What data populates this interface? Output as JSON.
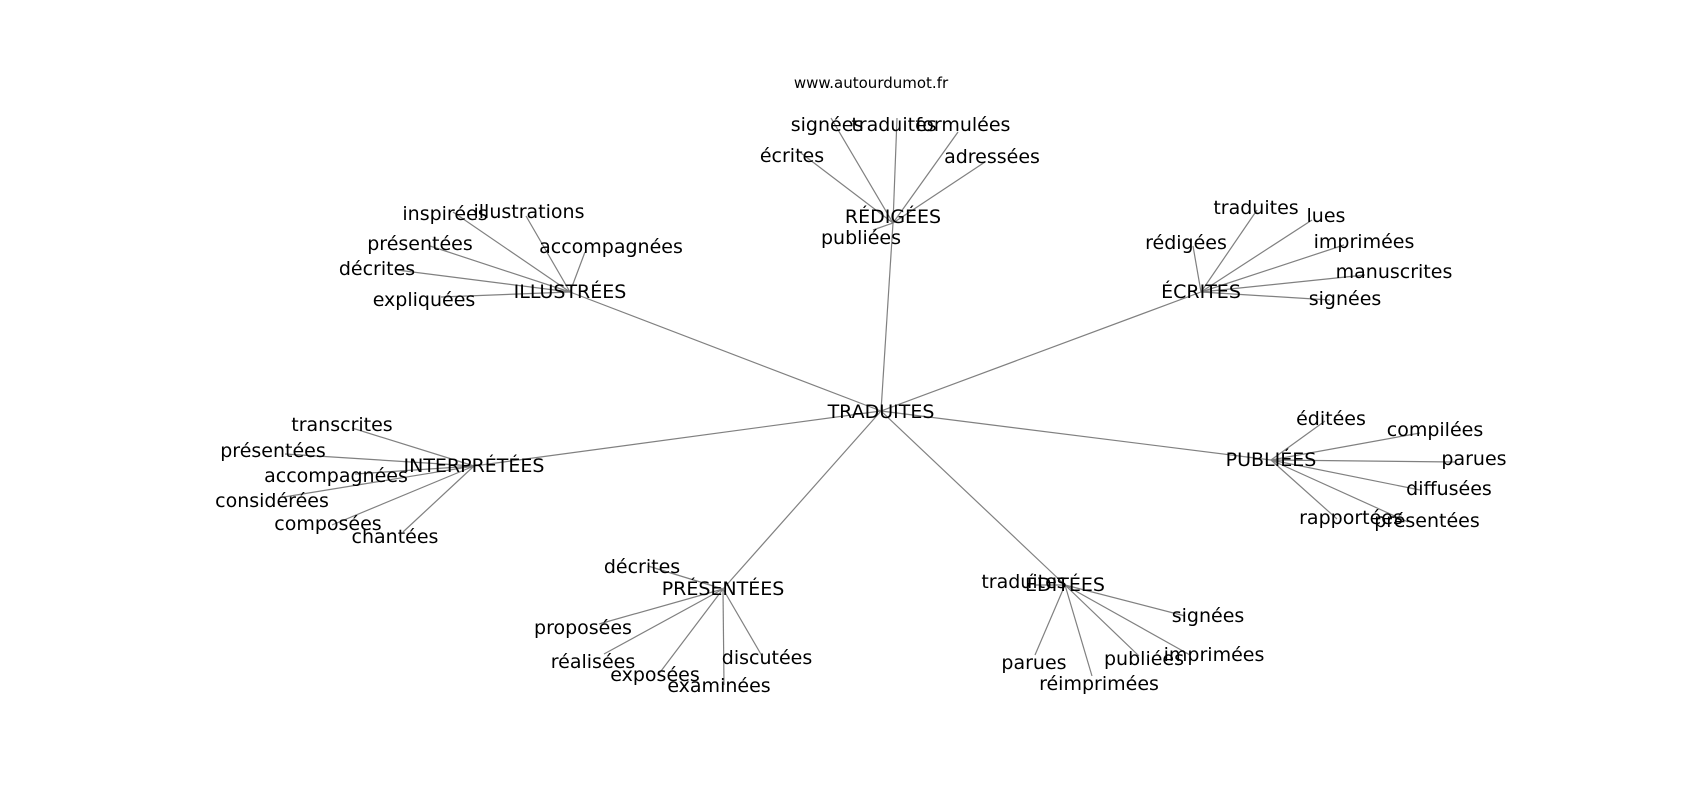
{
  "source": "www.autourdumot.fr",
  "center": "TRADUITES",
  "hubs": [
    {
      "label": "RÉDIGÉES",
      "children": [
        "signées",
        "traduites",
        "formulées",
        "écrites",
        "adressées",
        "publiées"
      ]
    },
    {
      "label": "ÉCRITES",
      "children": [
        "traduites",
        "lues",
        "rédigées",
        "imprimées",
        "manuscrites",
        "signées"
      ]
    },
    {
      "label": "ILLUSTRÉES",
      "children": [
        "inspirées",
        "illustrations",
        "présentées",
        "accompagnées",
        "décrites",
        "expliquées"
      ]
    },
    {
      "label": "PUBLIÉES",
      "children": [
        "éditées",
        "compilées",
        "parues",
        "diffusées",
        "rapportées",
        "présentées"
      ]
    },
    {
      "label": "INTERPRÉTÉES",
      "children": [
        "transcrites",
        "présentées",
        "accompagnées",
        "considérées",
        "composées",
        "chantées"
      ]
    },
    {
      "label": "PRÉSENTÉES",
      "children": [
        "décrites",
        "proposées",
        "réalisées",
        "exposées",
        "examinées",
        "discutées"
      ]
    },
    {
      "label": "ÉDITÉES",
      "children": [
        "traduites",
        "signées",
        "parues",
        "publiées",
        "imprimées",
        "réimprimées"
      ]
    }
  ],
  "colors": {
    "edge": "#808080",
    "text": "#000000",
    "background": "#ffffff"
  }
}
